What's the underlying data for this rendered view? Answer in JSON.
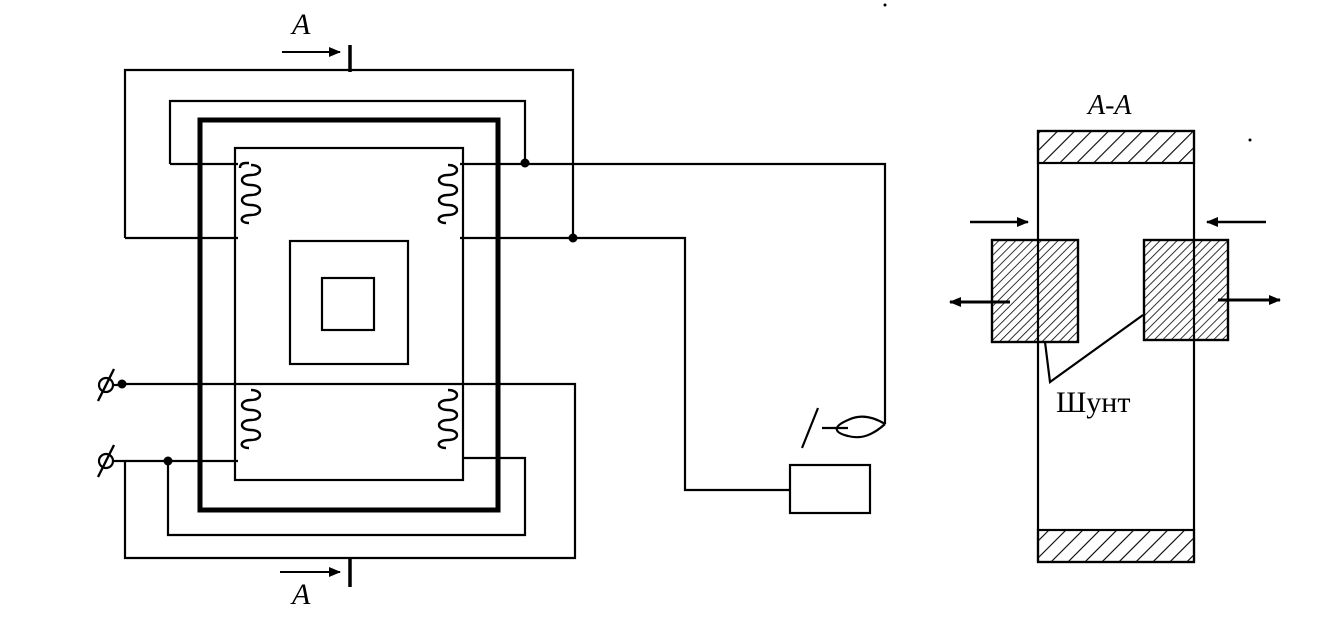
{
  "section_mark_top": "A",
  "section_mark_bottom": "A",
  "section_title": "A-A",
  "shunt_label": "Шунт"
}
